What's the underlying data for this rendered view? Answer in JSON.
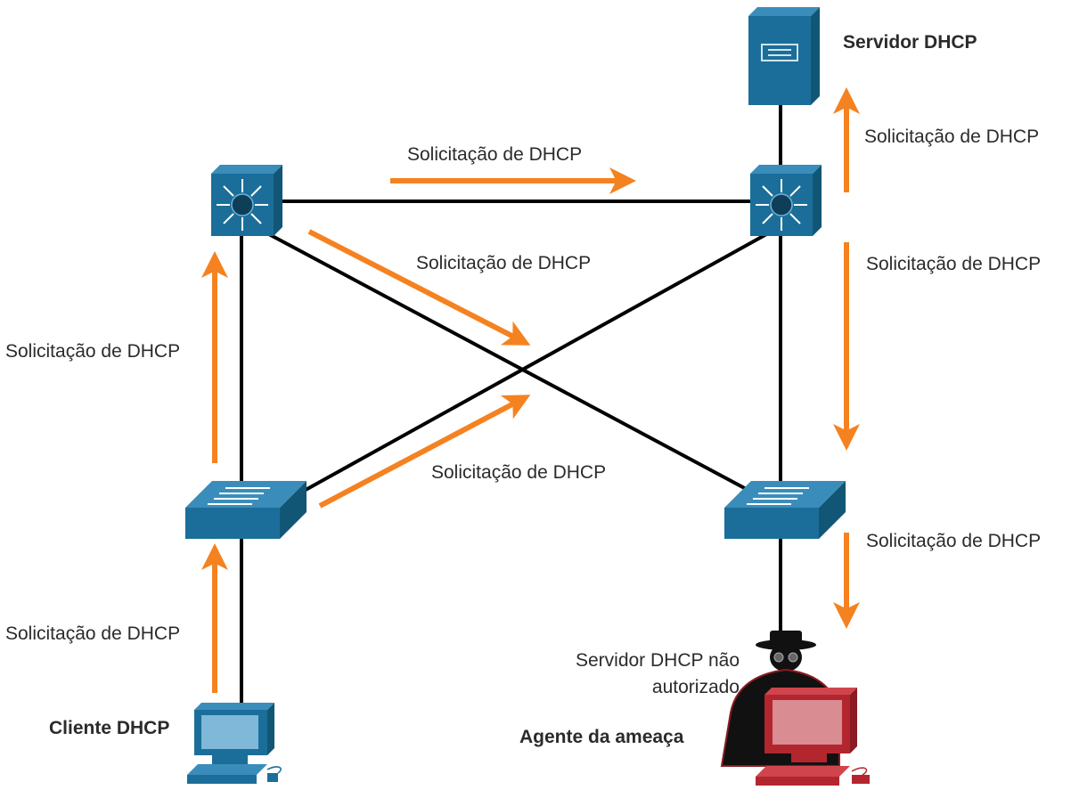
{
  "devices": {
    "dhcp_server": {
      "label": "Servidor DHCP",
      "icon": "server-icon"
    },
    "switch_top_left": {
      "icon": "multilayer-switch-icon"
    },
    "switch_top_right": {
      "icon": "multilayer-switch-icon"
    },
    "switch_bottom_left": {
      "icon": "switch-icon"
    },
    "switch_bottom_right": {
      "icon": "switch-icon"
    },
    "dhcp_client": {
      "label": "Cliente DHCP",
      "icon": "pc-icon"
    },
    "rogue_server": {
      "label_line1": "Servidor DHCP não",
      "label_line2": "autorizado",
      "icon": "hacker-icon"
    },
    "threat_actor": {
      "label": "Agente da ameaça",
      "icon": "red-pc-icon"
    }
  },
  "flows": [
    {
      "id": "client-to-access",
      "label": "Solicitação de DHCP"
    },
    {
      "id": "access-to-core-left",
      "label": "Solicitação de DHCP"
    },
    {
      "id": "core-left-to-core-right",
      "label": "Solicitação de DHCP"
    },
    {
      "id": "core-left-to-access-right",
      "label": "Solicitação de DHCP"
    },
    {
      "id": "access-left-to-core-right",
      "label": "Solicitação de DHCP"
    },
    {
      "id": "core-right-to-server",
      "label": "Solicitação de DHCP"
    },
    {
      "id": "core-right-to-access-right",
      "label": "Solicitação de DHCP"
    },
    {
      "id": "access-right-to-rogue",
      "label": "Solicitação de DHCP"
    }
  ],
  "colors": {
    "arrow": "#f58220",
    "device_blue": "#1b6e99",
    "threat_red": "#b3262e",
    "link": "#000000"
  }
}
